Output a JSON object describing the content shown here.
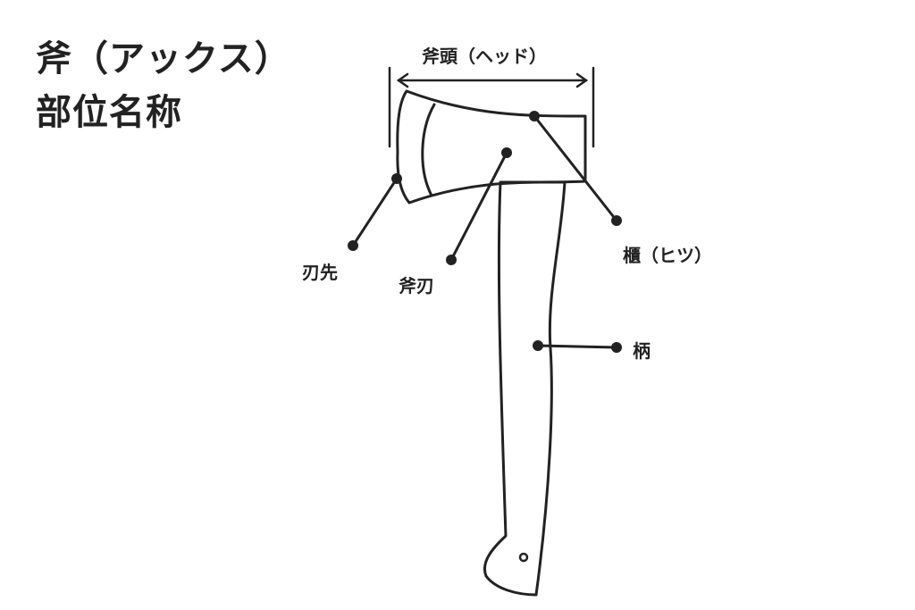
{
  "title": {
    "line1": "斧（アックス）",
    "line2": "部位名称"
  },
  "labels": {
    "head": "斧頭（ヘッド）",
    "edge": "刃先",
    "blade": "斧刃",
    "butt": "櫃（ヒツ）",
    "handle": "柄"
  },
  "colors": {
    "ink": "#222222",
    "background": "#ffffff"
  }
}
